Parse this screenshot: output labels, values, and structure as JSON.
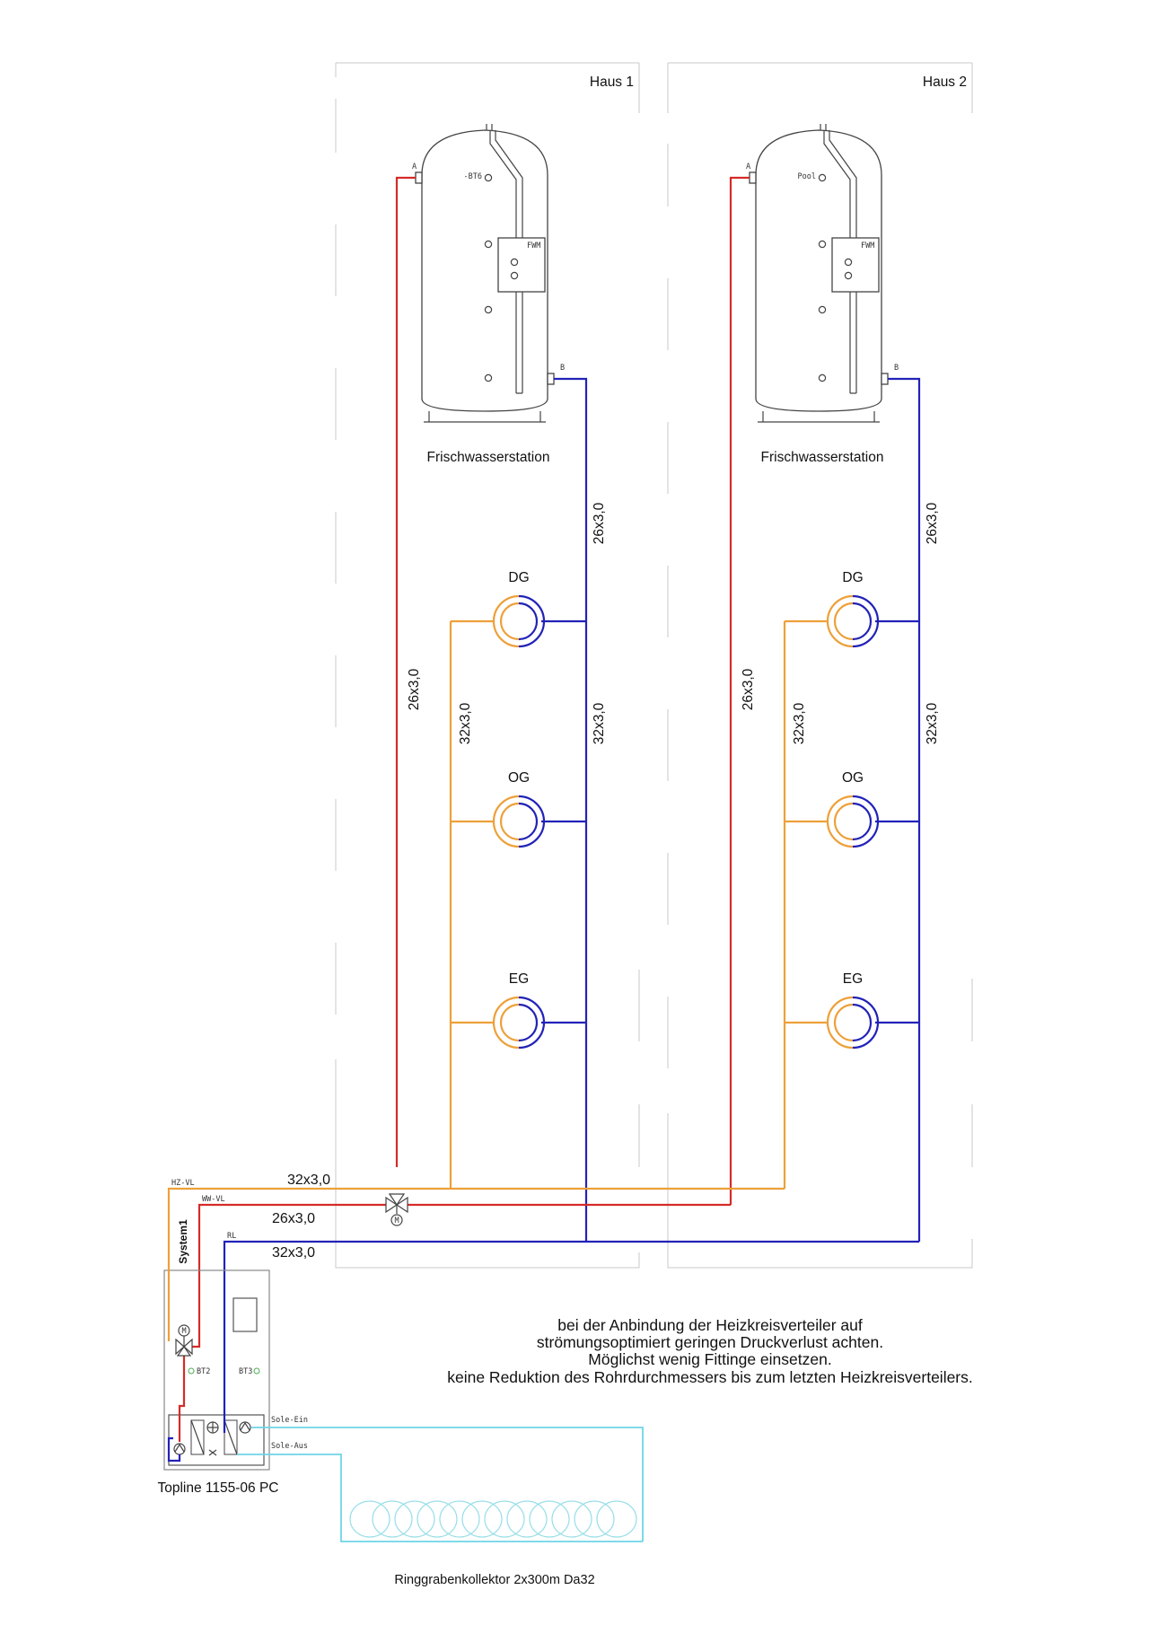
{
  "houses": [
    {
      "title": "Haus 1",
      "tank": {
        "port_a": "A",
        "port_b": "B",
        "sensor_label": "-BT6",
        "module_label": "FWM",
        "caption": "Frischwasserstation"
      },
      "supply_pipe_label": "26x3,0",
      "return_upper_label": "26x3,0",
      "return_lower_label": "32x3,0",
      "orange_pipe_label": "32x3,0",
      "circuits": [
        "DG",
        "OG",
        "EG"
      ]
    },
    {
      "title": "Haus 2",
      "tank": {
        "port_a": "A",
        "port_b": "B",
        "sensor_label": "Pool",
        "module_label": "FWM",
        "caption": "Frischwasserstation"
      },
      "supply_pipe_label": "26x3,0",
      "return_upper_label": "26x3,0",
      "return_lower_label": "32x3,0",
      "orange_pipe_label": "32x3,0",
      "circuits": [
        "DG",
        "OG",
        "EG"
      ]
    }
  ],
  "mains": {
    "hz_vl": {
      "tag": "HZ-VL",
      "size": "32x3,0"
    },
    "ww_vl": {
      "tag": "WW-VL",
      "size": "26x3,0"
    },
    "rl": {
      "tag": "RL",
      "size": "32x3,0"
    },
    "valve_motor": "M"
  },
  "heat_pump": {
    "model": "Topline 1155-06 PC",
    "system": "System1",
    "valve_motor": "M",
    "sensors": [
      "BT2",
      "BT3"
    ],
    "brine_in": "Sole-Ein",
    "brine_out": "Sole-Aus"
  },
  "collector": {
    "label": "Ringgrabenkollektor 2x300m Da32"
  },
  "note": [
    "bei der Anbindung der Heizkreisverteiler auf",
    "strömungsoptimiert geringen Druckverlust achten.",
    "Möglichst wenig Fittinge einsetzen.",
    "keine Reduktion des Rohrdurchmessers bis zum letzten Heizkreisverteilers."
  ],
  "colors": {
    "supply_red": "#d42c28",
    "return_blue": "#2222b8",
    "heating_orange": "#eda039",
    "brine_cyan": "#6fd5e6"
  }
}
